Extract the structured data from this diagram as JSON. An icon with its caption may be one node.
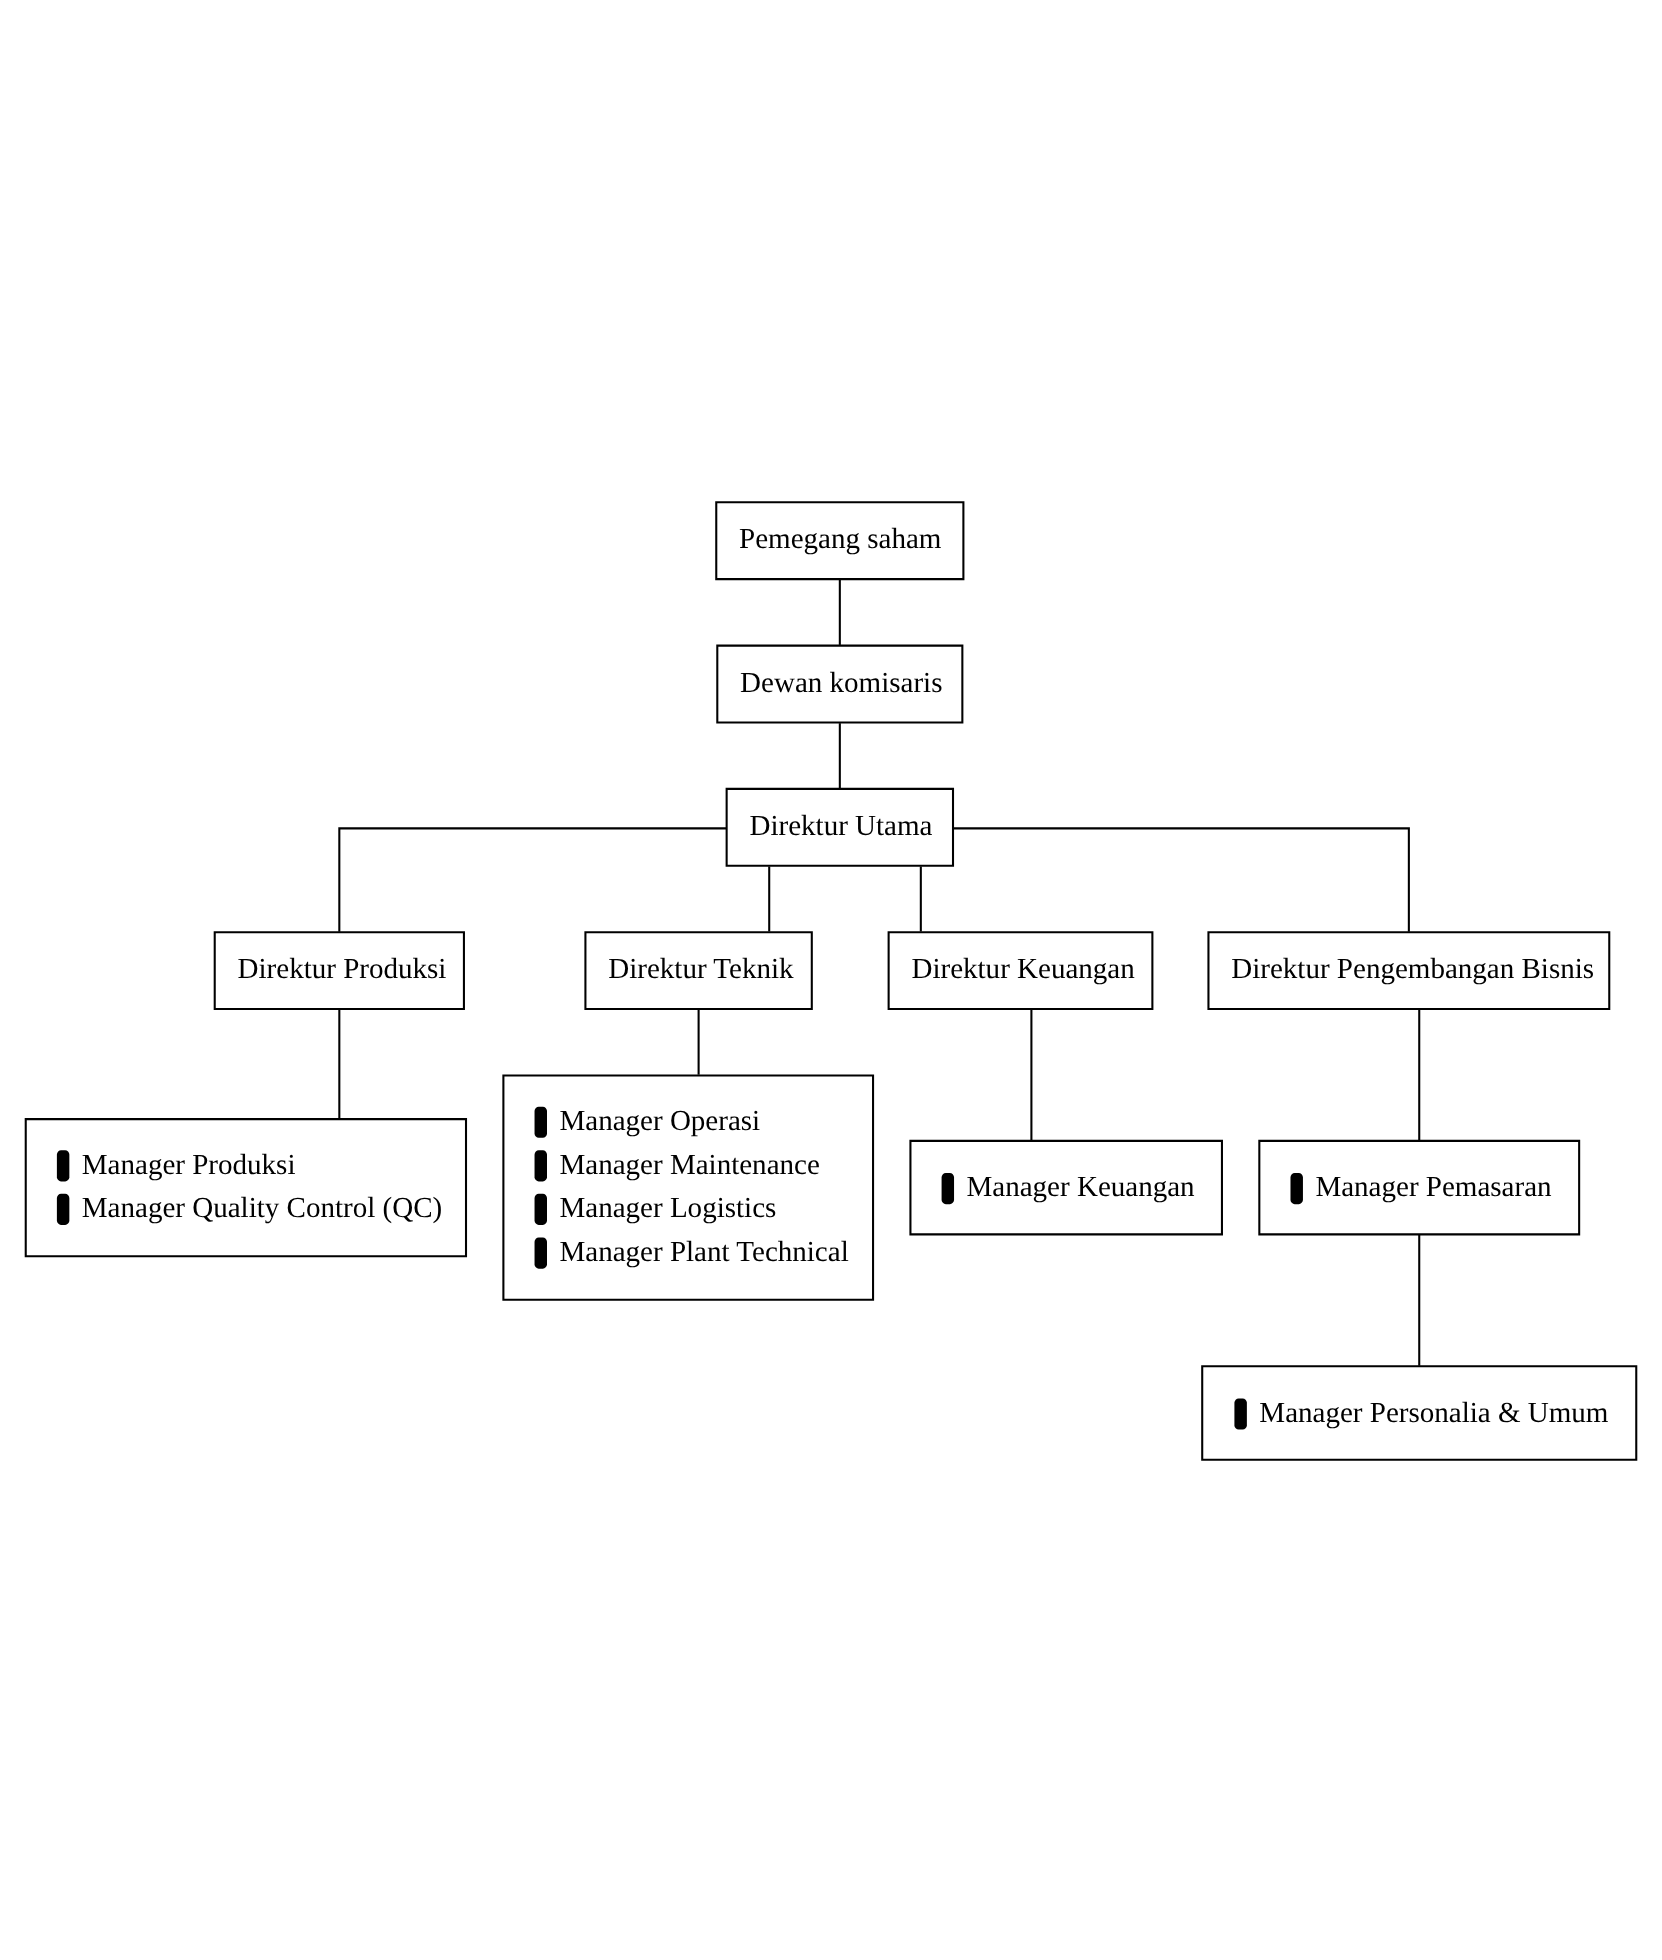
{
  "diagram": {
    "nodes": [
      {
        "text": [
          "Pemegang saham"
        ]
      },
      {
        "text": [
          "Dewan komisaris"
        ]
      },
      {
        "text": [
          "Direktur Utama"
        ]
      },
      {
        "text": [
          "Direktur Produksi"
        ]
      },
      {
        "text": [
          "Direktur Teknik"
        ]
      },
      {
        "text": [
          "Direktur Keuangan"
        ]
      },
      {
        "text": [
          "Direktur Pengembangan Bisnis"
        ]
      },
      {
        "text": [
          "Manager Produksi",
          "Manager Quality Control (QC)"
        ]
      },
      {
        "text": [
          "Manager Operasi",
          "Manager Maintenance",
          "Manager Logistics",
          "Manager Plant Technical"
        ]
      },
      {
        "text": [
          "Manager Keuangan"
        ]
      },
      {
        "text": [
          "Manager Pemasaran"
        ]
      },
      {
        "text": [
          "Manager Personalia & Umum"
        ]
      }
    ],
    "edges": [
      {
        "from": 0,
        "to": 1,
        "arrow": "none"
      },
      {
        "from": 1,
        "to": 2,
        "arrow": "none"
      },
      {
        "from": 2,
        "to": 3,
        "arrow": "none"
      },
      {
        "from": 2,
        "to": 4,
        "arrow": "none"
      },
      {
        "from": 2,
        "to": 5,
        "arrow": "none"
      },
      {
        "from": 2,
        "to": 6,
        "arrow": "none"
      },
      {
        "from": 3,
        "to": 7,
        "arrow": "none"
      },
      {
        "from": 4,
        "to": 8,
        "arrow": "none"
      },
      {
        "from": 5,
        "to": 9,
        "arrow": "none"
      },
      {
        "from": 6,
        "to": 10,
        "arrow": "none"
      },
      {
        "from": 10,
        "to": 11,
        "arrow": "none"
      }
    ]
  }
}
